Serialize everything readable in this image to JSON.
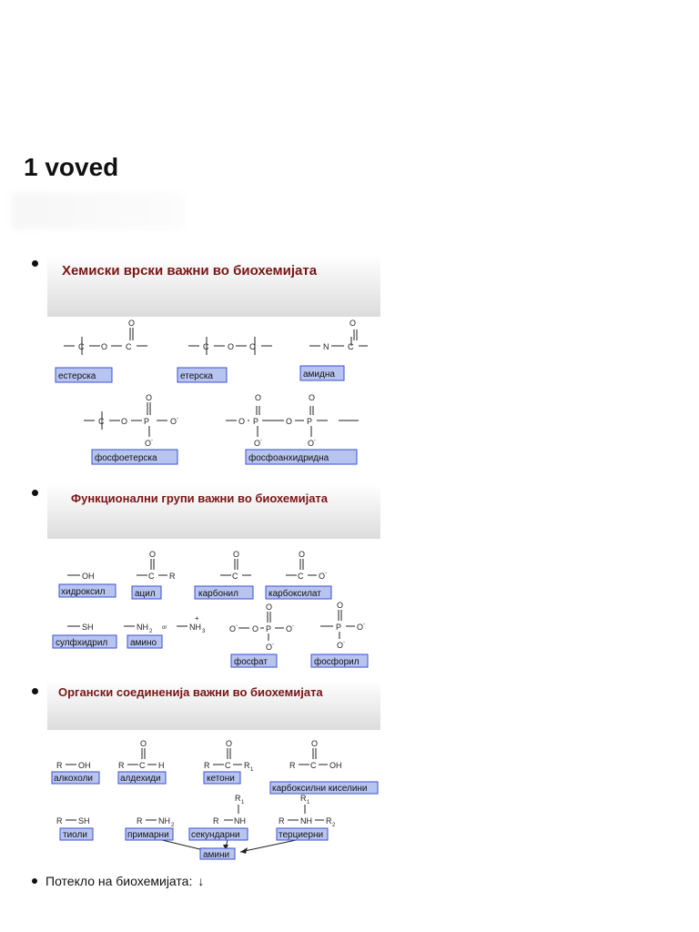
{
  "heading": "1 voved",
  "slides": [
    {
      "title": "Хемиски врски важни во биохемијата",
      "labels": [
        "естерска",
        "етерска",
        "амидна",
        "фосфоетерска",
        "фосфоанхидридна"
      ]
    },
    {
      "title": "Функционални групи важни во биохемијата",
      "labels": [
        "хидроксил",
        "ацил",
        "карбонил",
        "карбоксилат",
        "сулфхидрил",
        "амино",
        "фосфат",
        "фосфорил"
      ]
    },
    {
      "title": "Органски соединенија важни во биохемијата",
      "labels": [
        "алкохоли",
        "алдехиди",
        "кетони",
        "карбоксилни киселини",
        "тиоли",
        "примарни",
        "секундарни",
        "терциерни",
        "амини"
      ]
    }
  ],
  "footer_item": "Потекло на биохемијата:",
  "footer_icon": "arrow-down-icon"
}
